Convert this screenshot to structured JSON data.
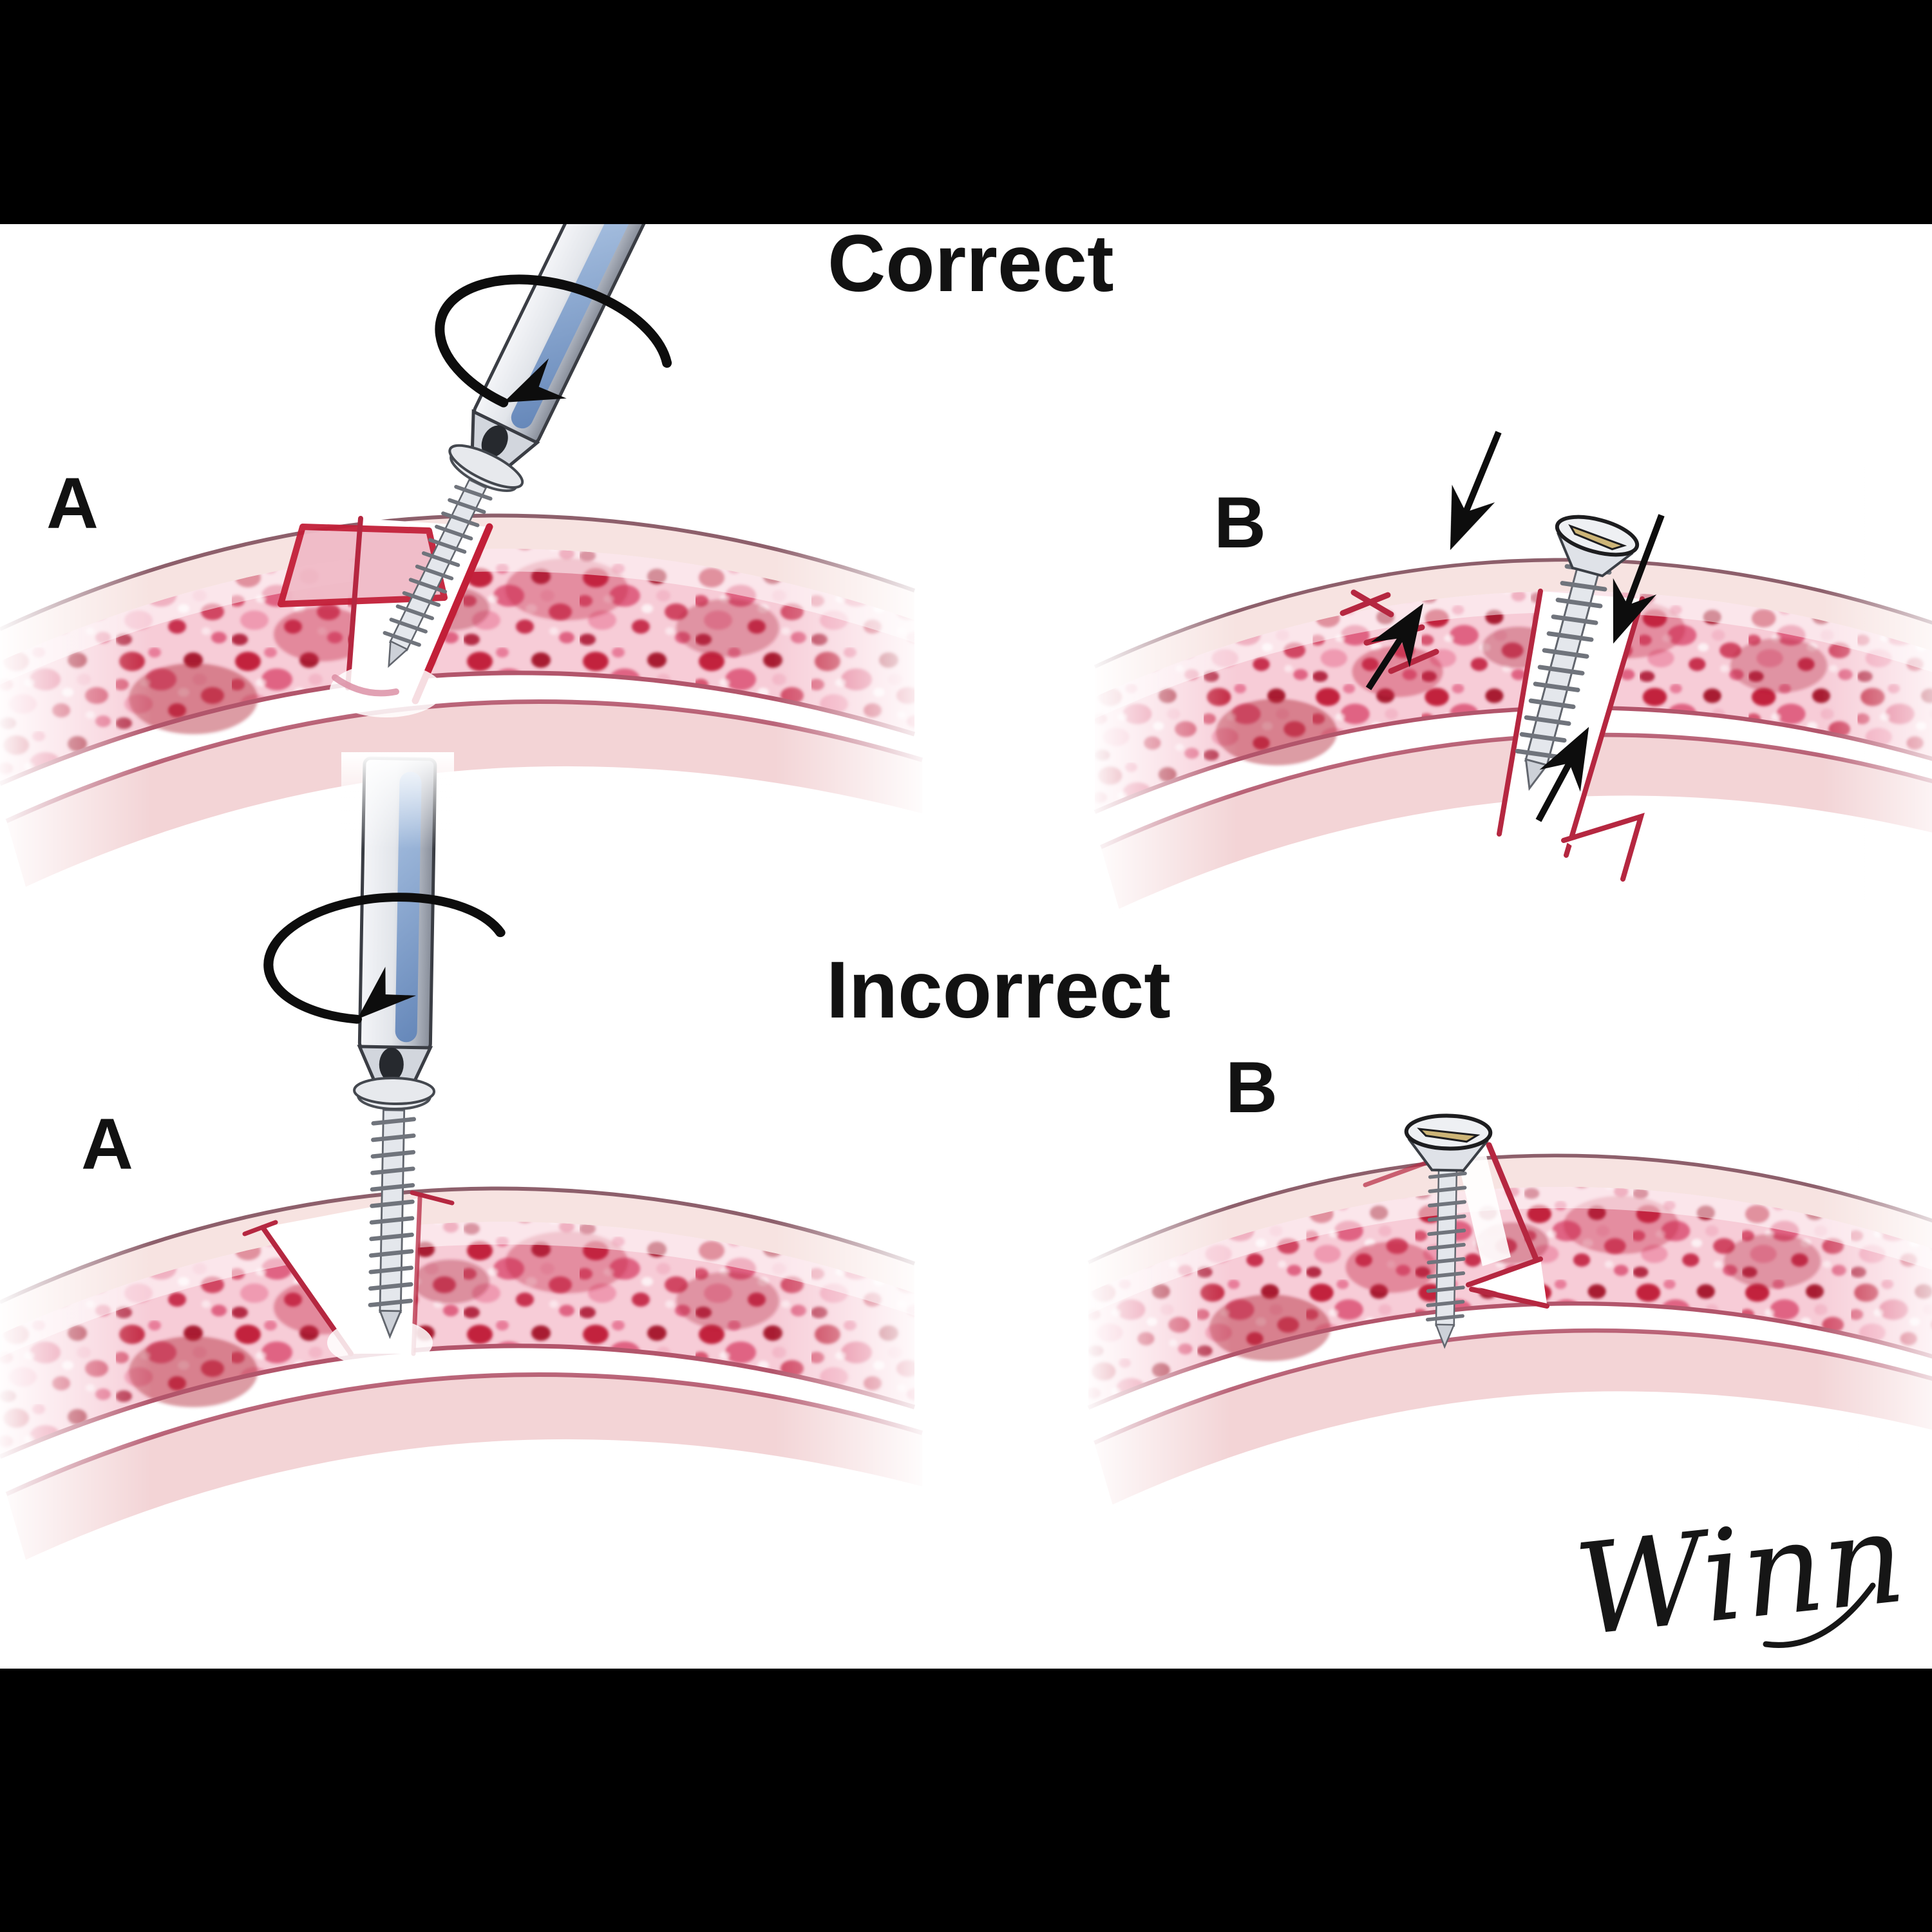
{
  "figure": {
    "sections": [
      {
        "title": "Correct",
        "panels": [
          {
            "label": "A"
          },
          {
            "label": "B"
          }
        ]
      },
      {
        "title": "Incorrect",
        "panels": [
          {
            "label": "A"
          },
          {
            "label": "B"
          }
        ]
      }
    ],
    "signature": "Winn",
    "colors": {
      "background": "#000000",
      "canvas": "#ffffff",
      "ink": "#121212",
      "bone_cortex_fill": "#f7e3e1",
      "bone_outline": "#8d5f6b",
      "bottom_cortex_line": "#b2556b",
      "marrow_base": "#f7ccd7",
      "blob_dark_red": "#a81e33",
      "blob_crimson": "#c2243c",
      "blob_mid_pink": "#e06383",
      "blob_light_pink": "#ef9ab1",
      "fracture_edge": "#b52740",
      "metal_light": "#f2f3f6",
      "metal_dark": "#878d99",
      "driver_blue": "#5d82b8",
      "screw_steel": "#e4e7ec"
    }
  }
}
